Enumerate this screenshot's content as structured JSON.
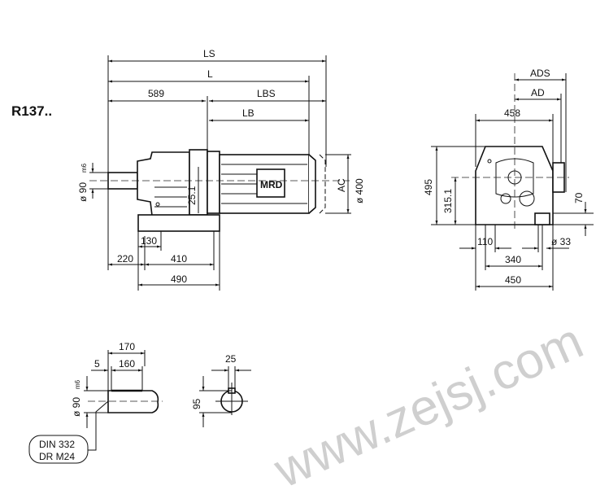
{
  "model_label": "R137..",
  "watermark": "www.zejsj.com",
  "side_view": {
    "LS": "LS",
    "L": "L",
    "d589": "589",
    "LBS": "LBS",
    "LB": "LB",
    "shaft_dia": "ø 90",
    "shaft_tol": "m6",
    "d25_1": "25.1",
    "AC": "AC",
    "dia400": "ø 400",
    "motor_badge": "MRD",
    "d130": "130",
    "d220": "220",
    "d410": "410",
    "d490": "490"
  },
  "end_view": {
    "ADS": "ADS",
    "AD": "AD",
    "d458": "458",
    "d495": "495",
    "d315": "315.1",
    "d70": "70",
    "d110": "110",
    "d33": "ø 33",
    "d340": "340",
    "d450": "450"
  },
  "shaft_detail": {
    "d170": "170",
    "d5": "5",
    "d160": "160",
    "shaft_dia": "ø 90",
    "shaft_tol": "m6",
    "note_line1": "DIN 332",
    "note_line2": "DR M24",
    "d25": "25",
    "d95": "95"
  }
}
